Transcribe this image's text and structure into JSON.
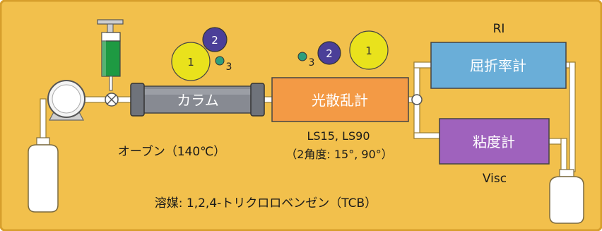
{
  "colors": {
    "background": "#f2c04c",
    "border": "#d79e2c",
    "pipe_fill": "#ffffff",
    "pipe_outline": "#9a7d33",
    "column_body": "#878a92",
    "column_cap": "#6f737b",
    "light_scattering": "#f39a45",
    "ri_detector": "#6aaed8",
    "viscometer": "#9f62bd",
    "syringe_liquid": "#1e9a42",
    "particle_1": "#e9e21c",
    "particle_2": "#4b3f98",
    "particle_3": "#2e9e7c"
  },
  "labels": {
    "column": "カラム",
    "light_scattering": "光散乱計",
    "ri_detector": "屈折率計",
    "viscometer": "粘度計",
    "ri_short": "RI",
    "visc_short": "Visc",
    "ls_models": "LS15, LS90",
    "ls_angles": "（2角度: 15°, 90°）",
    "oven": "オーブン（140℃）",
    "solvent": "溶媒: 1,2,4-トリクロロベンゼン（TCB）"
  },
  "particles_left": {
    "p1": "1",
    "p2": "2",
    "p3": "3"
  },
  "particles_right": {
    "p1": "1",
    "p2": "2",
    "p3": "3"
  },
  "icons": {
    "pump": "pump-icon",
    "valve": "injection-valve-icon",
    "syringe": "syringe-icon",
    "reservoir": "solvent-bottle-icon",
    "waste": "waste-bottle-icon"
  }
}
